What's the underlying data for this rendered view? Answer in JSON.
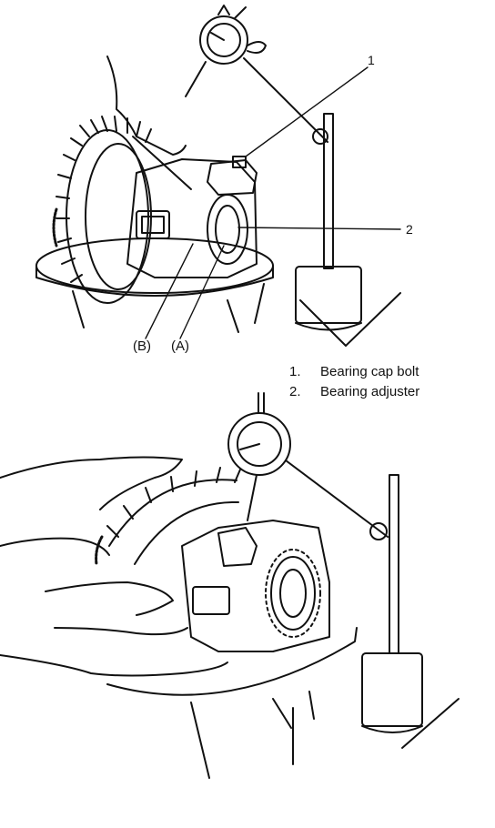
{
  "callouts": {
    "one": "1",
    "two": "2",
    "b": "(B)",
    "a": "(A)"
  },
  "legend": [
    {
      "key": "1.",
      "text": "Bearing cap bolt"
    },
    {
      "key": "2.",
      "text": "Bearing adjuster"
    }
  ]
}
